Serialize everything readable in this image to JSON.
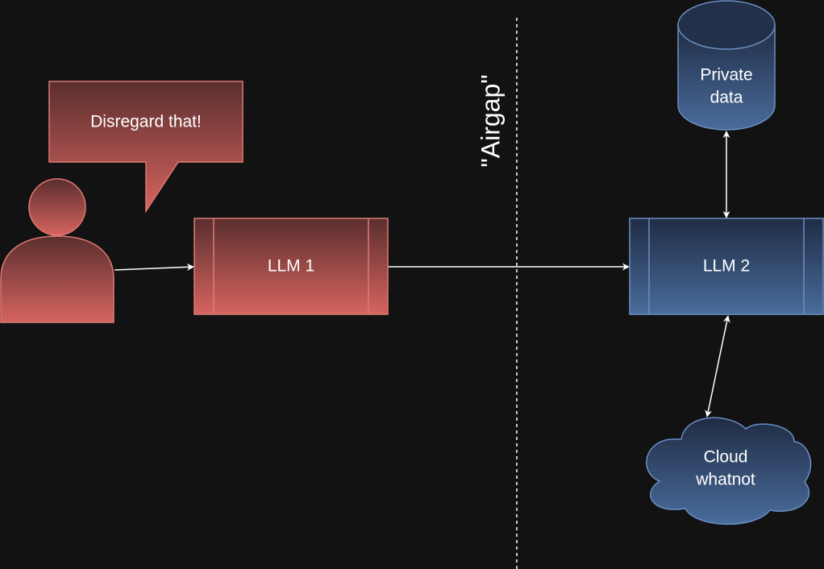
{
  "speech_bubble": {
    "text": "Disregard that!"
  },
  "llm1": {
    "label": "LLM 1"
  },
  "llm2": {
    "label": "LLM 2"
  },
  "airgap": {
    "label": "\"Airgap\""
  },
  "private_data": {
    "label_lines": [
      "Private",
      "data"
    ]
  },
  "cloud": {
    "label_lines": [
      "Cloud",
      "whatnot"
    ]
  },
  "colors": {
    "background": "#121212",
    "red_top": "#5a2e2e",
    "red_bottom": "#d6645f",
    "red_stroke": "#e07a74",
    "blue_top": "#1f2c44",
    "blue_bottom": "#4a6c9c",
    "blue_stroke": "#6a8fc2",
    "connector": "#ffffff"
  }
}
